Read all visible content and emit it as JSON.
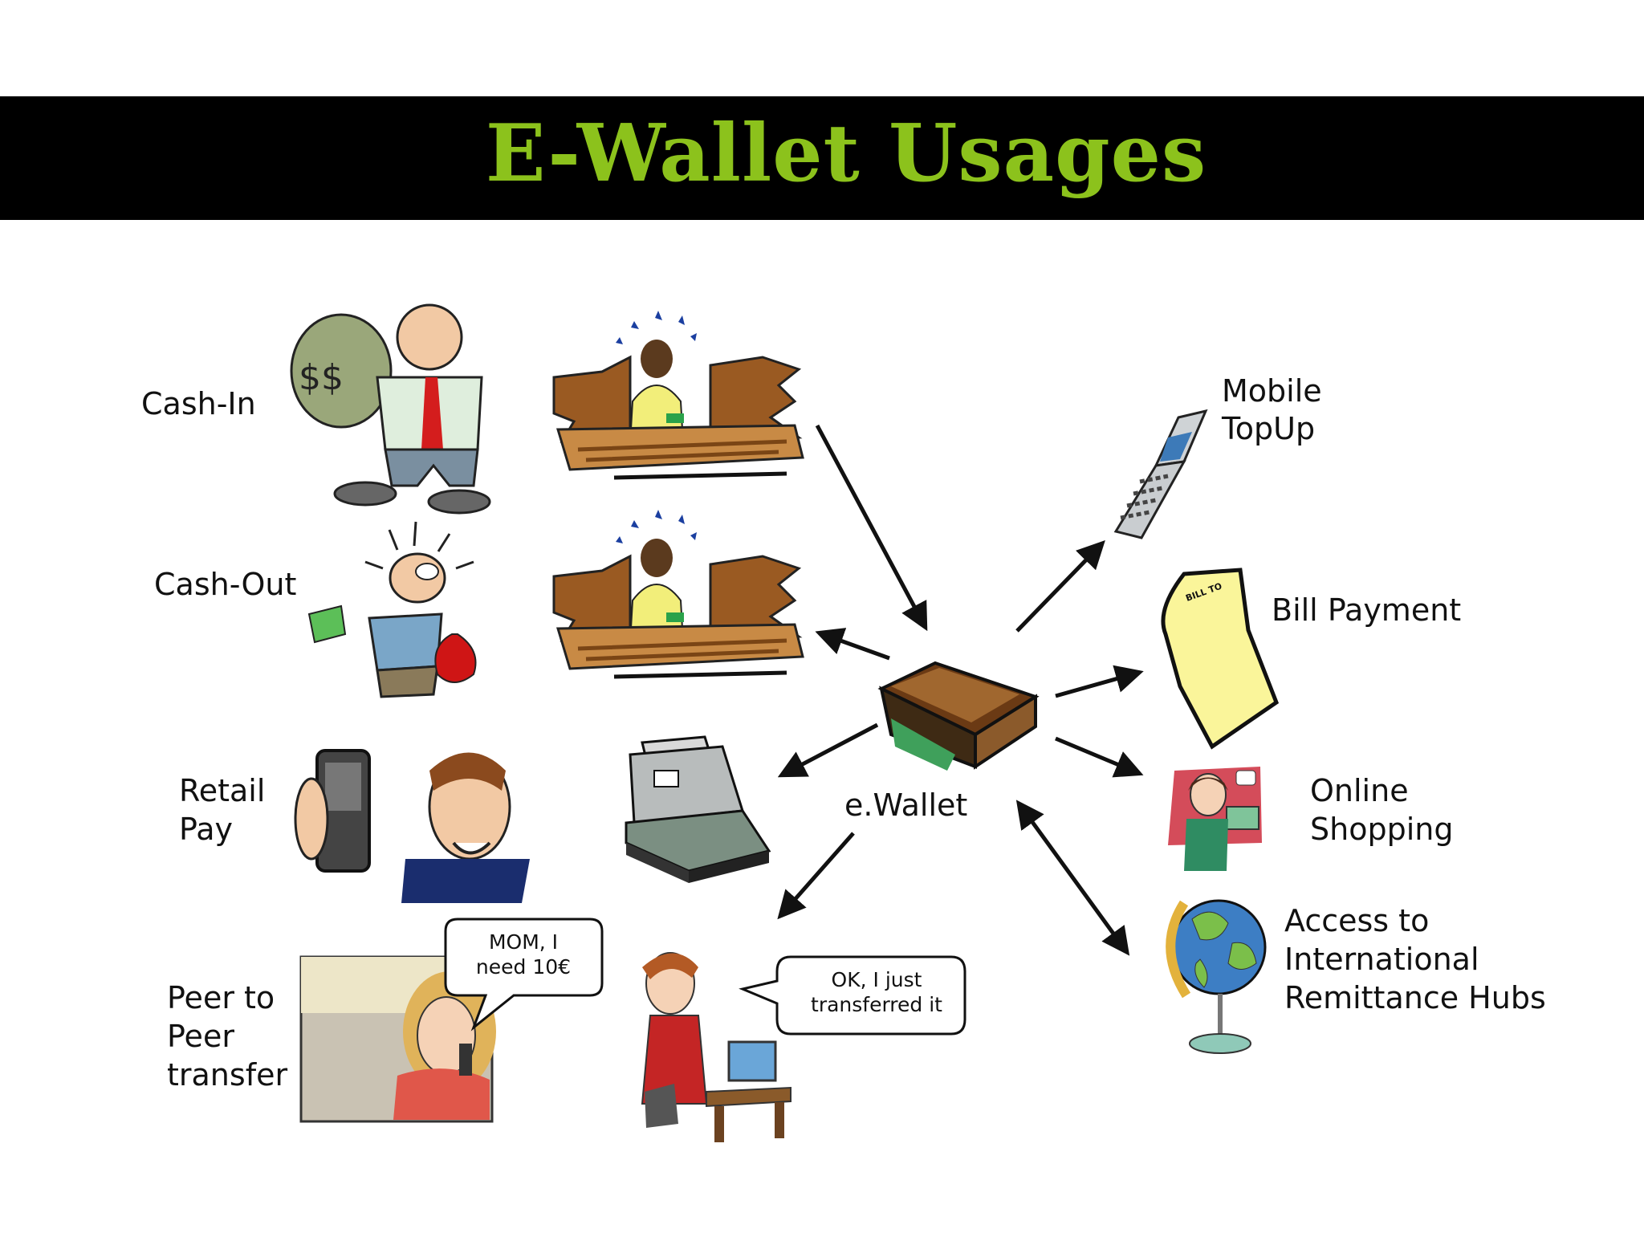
{
  "title": "E-Wallet Usages",
  "colors": {
    "title_bar": "#000000",
    "title_text": "#8cc21c",
    "wallet": "#8b5a2b",
    "arrow": "#111111"
  },
  "center": {
    "label": "e.Wallet",
    "icon": "wallet-icon"
  },
  "left_usages": [
    {
      "id": "cash-in",
      "lines": [
        "Cash-In"
      ],
      "icon": "money-bag-man-icon"
    },
    {
      "id": "cash-out",
      "lines": [
        "Cash-Out"
      ],
      "icon": "cash-out-man-icon"
    },
    {
      "id": "retail-pay",
      "lines": [
        "Retail",
        "Pay"
      ],
      "icon": "man-with-phone-icon"
    },
    {
      "id": "peer-to-peer",
      "lines": [
        "Peer to",
        "Peer",
        "transfer"
      ],
      "icon": "girl-on-phone-icon"
    }
  ],
  "right_usages": [
    {
      "id": "mobile-topup",
      "lines": [
        "Mobile",
        "TopUp"
      ],
      "icon": "flip-phone-icon"
    },
    {
      "id": "bill-payment",
      "lines": [
        "Bill Payment"
      ],
      "icon": "bill-document-icon",
      "icon_text": "BILL TO"
    },
    {
      "id": "online-shopping",
      "lines": [
        "Online",
        "Shopping"
      ],
      "icon": "online-shopper-icon"
    },
    {
      "id": "remittance",
      "lines": [
        "Access to",
        "International",
        "Remittance Hubs"
      ],
      "icon": "globe-icon"
    }
  ],
  "middle_icons": [
    {
      "id": "teller-cash-in",
      "icon": "bank-teller-icon"
    },
    {
      "id": "teller-cash-out",
      "icon": "bank-teller-icon"
    },
    {
      "id": "cash-register",
      "icon": "cash-register-icon"
    },
    {
      "id": "mother-at-desk",
      "icon": "mother-with-computer-icon"
    }
  ],
  "speech_bubbles": [
    {
      "id": "daughter-bubble",
      "lines": [
        "MOM, I",
        "need 10€"
      ]
    },
    {
      "id": "mother-bubble",
      "lines": [
        "OK, I just",
        "transferred it"
      ]
    }
  ]
}
